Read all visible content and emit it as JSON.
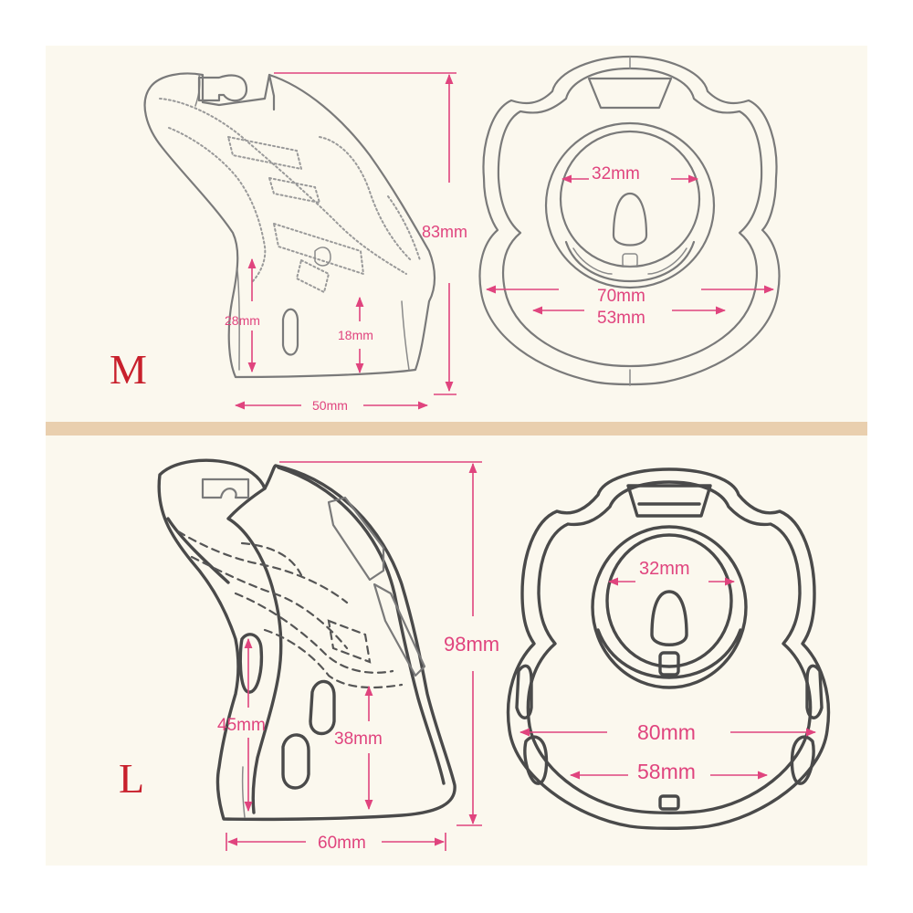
{
  "colors": {
    "panel_bg": "#fbf8ee",
    "divider": "#e9cfae",
    "dimension": "#e0447e",
    "size_letter": "#c8202c",
    "line_light": "#7a7a7a",
    "line_dark": "#4a4a4a"
  },
  "panels": [
    {
      "size_label": "M",
      "dimensions": {
        "height": "83mm",
        "lower_height_outer": "28mm",
        "lower_height_inner": "18mm",
        "base_width": "50mm",
        "ring_diameter": "32mm",
        "outer_width": "70mm",
        "inner_width": "53mm"
      }
    },
    {
      "size_label": "L",
      "dimensions": {
        "height": "98mm",
        "lower_height_outer": "45mm",
        "lower_height_inner": "38mm",
        "base_width": "60mm",
        "ring_diameter": "32mm",
        "outer_width": "80mm",
        "inner_width": "58mm"
      }
    }
  ]
}
